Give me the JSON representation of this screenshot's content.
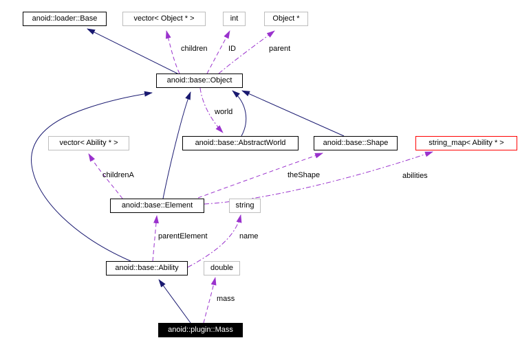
{
  "nodes": {
    "loader_base": {
      "label": "anoid::loader::Base"
    },
    "vector_object": {
      "label": "vector< Object * >"
    },
    "int_type": {
      "label": "int"
    },
    "object_ptr": {
      "label": "Object *"
    },
    "base_object": {
      "label": "anoid::base::Object"
    },
    "vector_ability": {
      "label": "vector< Ability * >"
    },
    "abstract_world": {
      "label": "anoid::base::AbstractWorld"
    },
    "shape": {
      "label": "anoid::base::Shape"
    },
    "string_map": {
      "label": "string_map< Ability * >"
    },
    "element": {
      "label": "anoid::base::Element"
    },
    "string_type": {
      "label": "string"
    },
    "ability": {
      "label": "anoid::base::Ability"
    },
    "double_type": {
      "label": "double"
    },
    "mass": {
      "label": "anoid::plugin::Mass"
    }
  },
  "edge_labels": {
    "children": "children",
    "id": "ID",
    "parent": "parent",
    "world": "world",
    "childrenA": "childrenA",
    "theShape": "theShape",
    "abilities": "abilities",
    "parentElement": "parentElement",
    "name": "name",
    "mass": "mass"
  },
  "colors": {
    "inheritance_edge": "#191970",
    "usage_edge": "#9a32cd",
    "documented_border": "#000000",
    "undocumented_border": "#bdbdbd",
    "truncated_border": "#ff0000",
    "focus_node_background": "#000000",
    "focus_node_text": "#ffffff"
  }
}
